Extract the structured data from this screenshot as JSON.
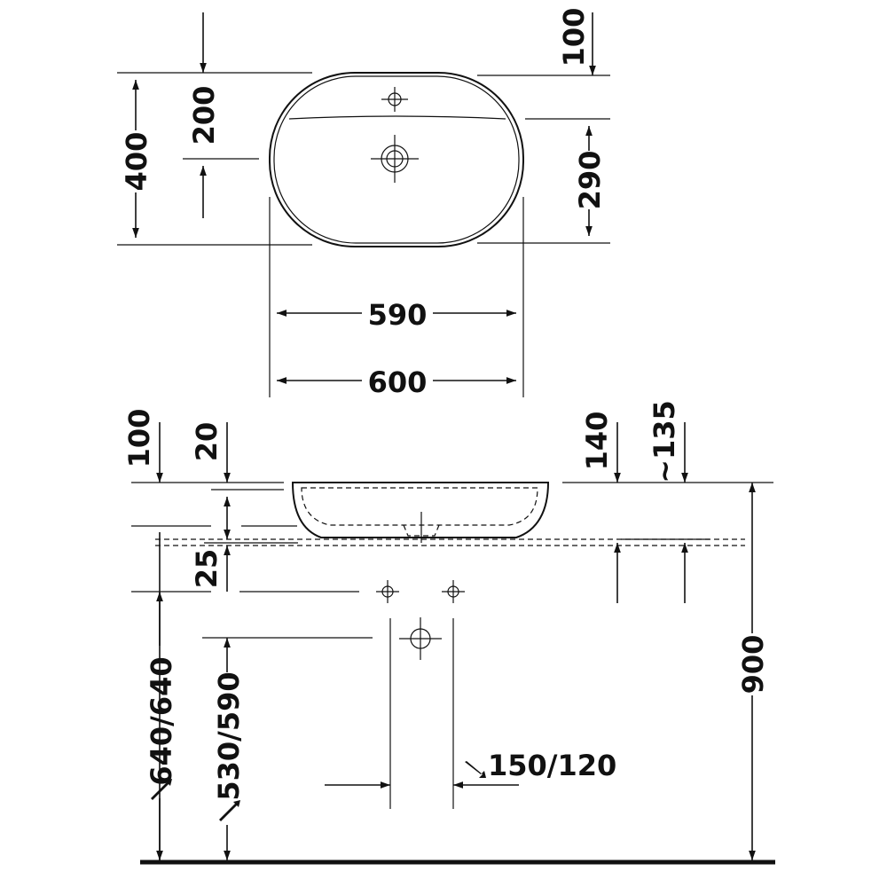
{
  "top_view": {
    "overall_depth": "400",
    "back_rim_to_faucet_hole": "200",
    "edge_to_overflow_hole": "100",
    "bowl_inner_depth": "290",
    "inner_width": "590",
    "overall_width": "600"
  },
  "side_view": {
    "rim_offset": "100",
    "rim_thickness": "20",
    "basin_height": "140",
    "approx_height": "~135",
    "countertop_thickness": "25",
    "counter_height_1": "640/640",
    "counter_height_2": "530/590",
    "drain_spacing": "150/120",
    "total_height": "900"
  }
}
